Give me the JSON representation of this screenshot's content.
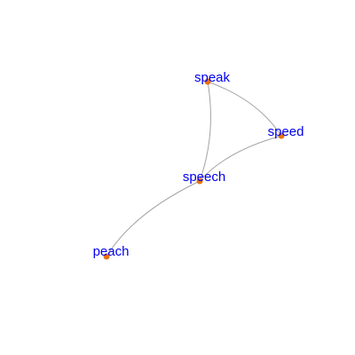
{
  "graph": {
    "nodes": [
      {
        "id": "speak",
        "label": "speak"
      },
      {
        "id": "speed",
        "label": "speed"
      },
      {
        "id": "speech",
        "label": "speech"
      },
      {
        "id": "peach",
        "label": "peach"
      }
    ],
    "edges": [
      {
        "from": "speak",
        "to": "speed"
      },
      {
        "from": "speak",
        "to": "speech"
      },
      {
        "from": "speed",
        "to": "speech"
      },
      {
        "from": "speech",
        "to": "peach"
      }
    ],
    "colors": {
      "node": "#e8720c",
      "label": "#0000ee",
      "edge": "#a3a3a3",
      "background": "#ffffff"
    }
  }
}
